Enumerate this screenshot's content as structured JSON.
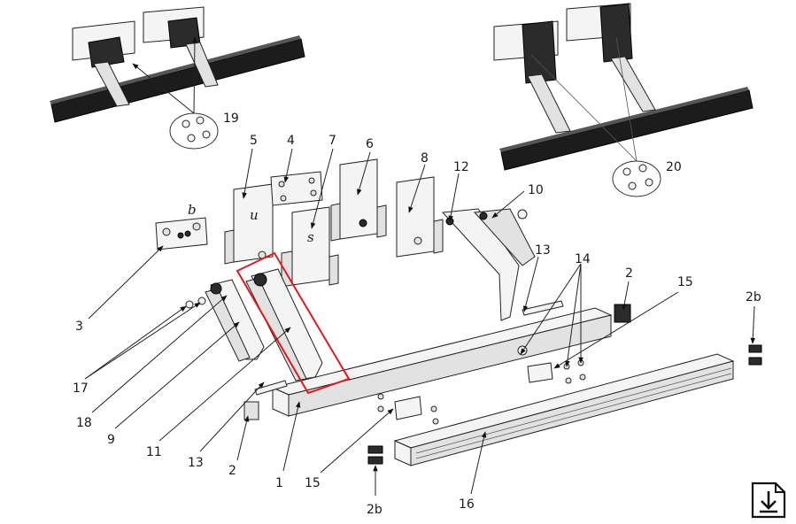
{
  "callouts": {
    "c19": "19",
    "c20": "20",
    "c5": "5",
    "c4": "4",
    "c7": "7",
    "c6": "6",
    "c8": "8",
    "c12": "12",
    "c10": "10",
    "cb": "b",
    "cu": "u",
    "cs": "s",
    "c3": "3",
    "c13a": "13",
    "c14": "14",
    "c2a": "2",
    "c15a": "15",
    "c2b_a": "2b",
    "c17": "17",
    "c18": "18",
    "c9": "9",
    "c11": "11",
    "c13b": "13",
    "c2b": "2",
    "c1": "1",
    "c15b": "15",
    "c2b_b": "2b",
    "c16": "16"
  },
  "highlight_color": "#e0191f",
  "icons": {
    "download": "download-icon"
  }
}
